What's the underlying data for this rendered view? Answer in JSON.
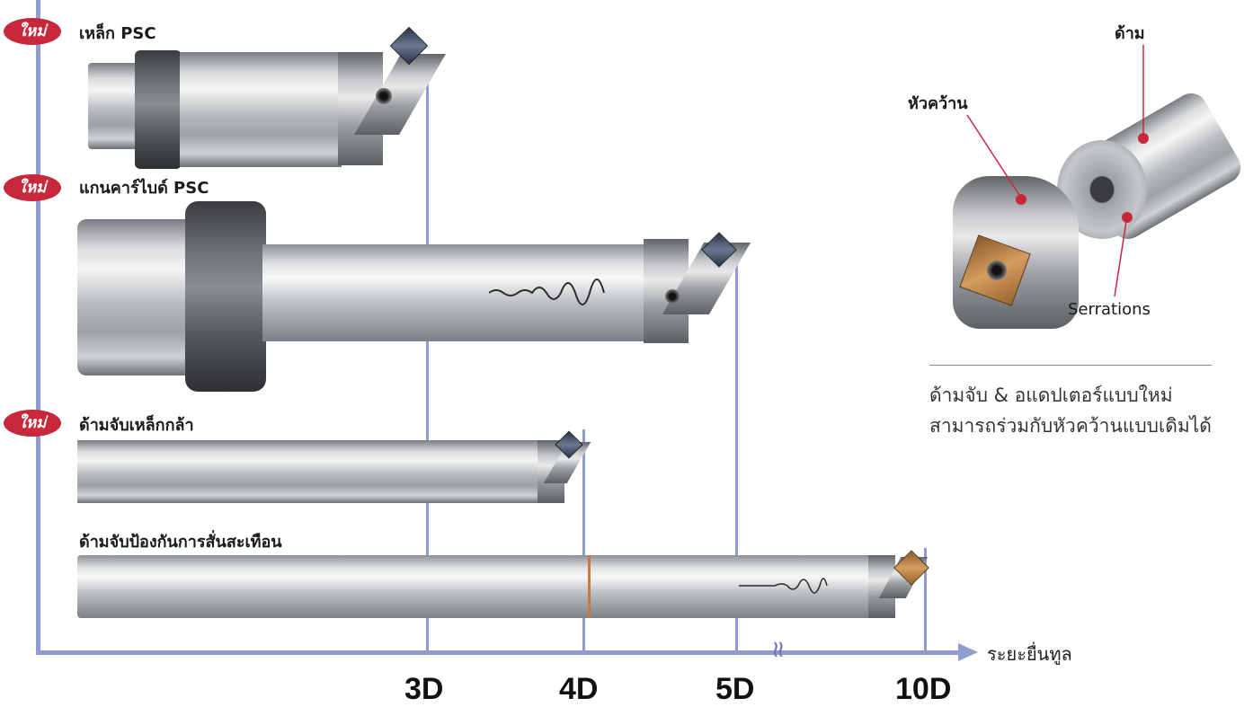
{
  "badge_text": "ใหม่",
  "tools": [
    {
      "label": "เหล็ก PSC",
      "is_new": true
    },
    {
      "label": "แกนคาร์ไบด์ PSC",
      "is_new": true
    },
    {
      "label": "ด้ามจับเหล็กกล้า",
      "is_new": true
    },
    {
      "label": "ด้ามจับป้องกันการสั่นสะเทือน",
      "is_new": false
    }
  ],
  "axis": {
    "title": "ระยะยื่นทูล",
    "ticks": [
      "3D",
      "4D",
      "5D",
      "10D"
    ],
    "break_symbol": "≀≀"
  },
  "detail": {
    "callout_shank": "ด้าม",
    "callout_head": "หัวคว้าน",
    "callout_serrations": "Serrations",
    "caption_line1": "ด้ามจับ & อแดปเตอร์แบบใหม่",
    "caption_line2": "สามารถร่วมกับหัวคว้านแบบเดิมได้"
  },
  "colors": {
    "axis": "#8f9ccd",
    "badge": "#c8283c",
    "callout_dot": "#c8283c"
  }
}
